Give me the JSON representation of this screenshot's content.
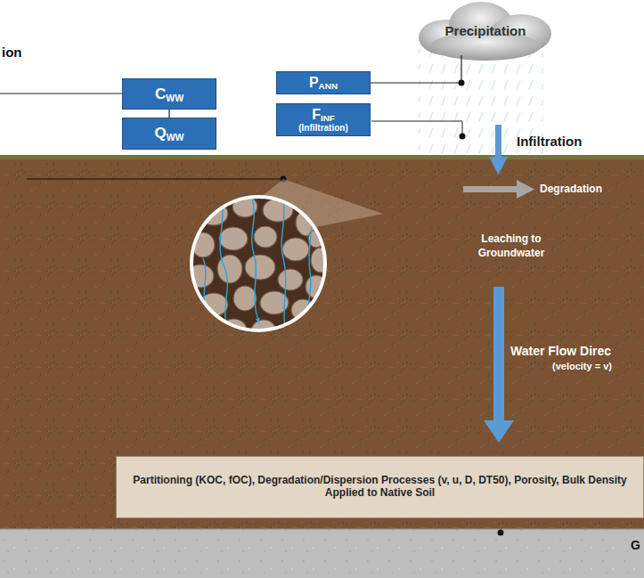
{
  "diagram": {
    "nodes": [
      {
        "text": [
          "CWW"
        ]
      },
      {
        "text": [
          "QWW"
        ]
      },
      {
        "text": [
          "PANN"
        ]
      },
      {
        "text": [
          "FINF",
          "(Infiltration)"
        ]
      },
      {
        "text": [
          "Precipitation"
        ]
      },
      {
        "text": [
          "Partitioning (KOC, fOC),  Degradation/Dispersion Processes (v, u, D, DT50), Porosity, Bulk Density Applied to Native Soil"
        ]
      }
    ],
    "edges": [
      {
        "from": 0,
        "to": 1,
        "arrow": "none"
      },
      {
        "from": 2,
        "to": 4,
        "arrow": "none"
      }
    ],
    "labels": [
      "ion",
      "Infiltration",
      "Degradation",
      "Leaching to Groundwater",
      "Water Flow Direc",
      "(velocity = v)",
      "G"
    ]
  }
}
